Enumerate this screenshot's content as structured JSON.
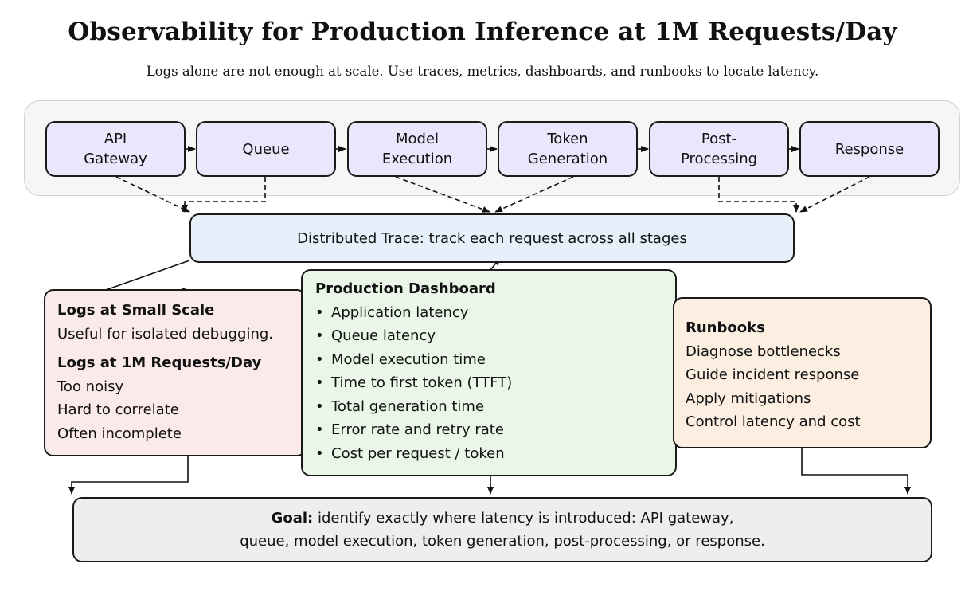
{
  "title": "Observability for Production Inference at 1M Requests/Day",
  "subtitle": "Logs alone are not enough at scale. Use traces, metrics, dashboards, and runbooks to locate latency.",
  "pipeline": {
    "stages": [
      "API\nGateway",
      "Queue",
      "Model\nExecution",
      "Token\nGeneration",
      "Post-\nProcessing",
      "Response"
    ]
  },
  "trace": {
    "label": "Distributed Trace: track each request across all stages"
  },
  "logs": {
    "small_heading": "Logs at Small Scale",
    "small_desc": "Useful for isolated debugging.",
    "large_heading": "Logs at 1M Requests/Day",
    "large_items": [
      "Too noisy",
      "Hard to correlate",
      "Often incomplete"
    ]
  },
  "dashboard": {
    "heading": "Production Dashboard",
    "items": [
      "Application latency",
      "Queue latency",
      "Model execution time",
      "Time to first token (TTFT)",
      "Total generation time",
      "Error rate and retry rate",
      "Cost per request / token"
    ]
  },
  "runbooks": {
    "heading": "Runbooks",
    "items": [
      "Diagnose bottlenecks",
      "Guide incident response",
      "Apply mitigations",
      "Control latency and cost"
    ]
  },
  "goal": {
    "label": "Goal:",
    "line1": "identify exactly where latency is introduced: API gateway,",
    "line2": "queue, model execution, token generation, post-processing, or response."
  },
  "colors": {
    "stage_fill": "#e9e7fb",
    "trace_fill": "#e5f0fb",
    "logs_fill": "#fbeaea",
    "dashboard_fill": "#eaf7e8",
    "runbooks_fill": "#fcefe2",
    "goal_fill": "#eeeeee"
  }
}
